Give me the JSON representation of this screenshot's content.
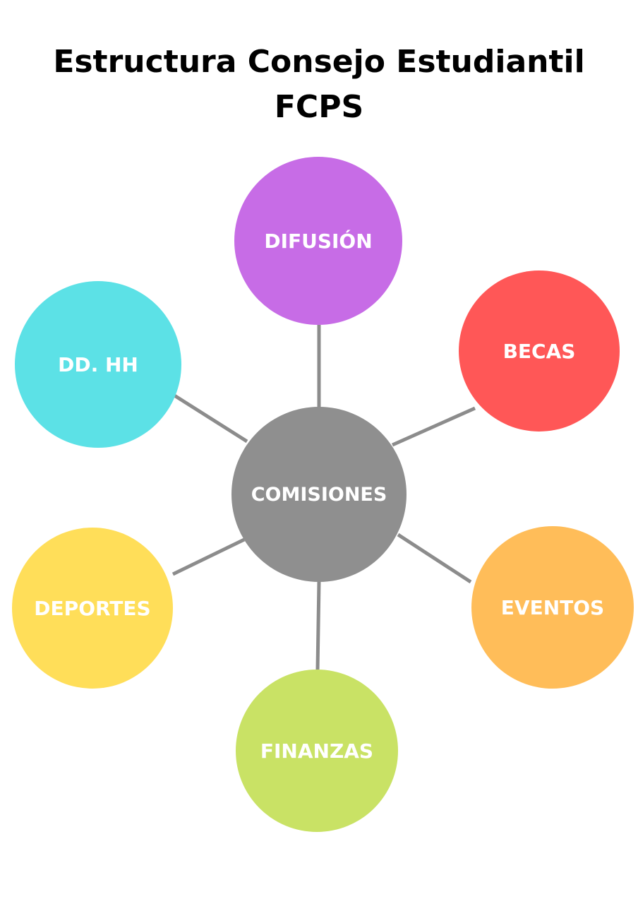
{
  "title": {
    "line1": "Estructura Consejo Estudiantil",
    "line2": "FCPS"
  },
  "center": {
    "label": "COMISIONES",
    "color": "#8f8f8f"
  },
  "nodes": [
    {
      "id": "difusion",
      "label": "DIFUSIÓN",
      "color": "#c76ce6"
    },
    {
      "id": "becas",
      "label": "BECAS",
      "color": "#ff5757"
    },
    {
      "id": "eventos",
      "label": "EVENTOS",
      "color": "#ffbd59"
    },
    {
      "id": "finanzas",
      "label": "FINANZAS",
      "color": "#c9e265"
    },
    {
      "id": "deportes",
      "label": "DEPORTES",
      "color": "#ffde59"
    },
    {
      "id": "ddhh",
      "label": "DD. HH",
      "color": "#5ce1e6"
    }
  ],
  "connector_color": "#8c8c8c"
}
